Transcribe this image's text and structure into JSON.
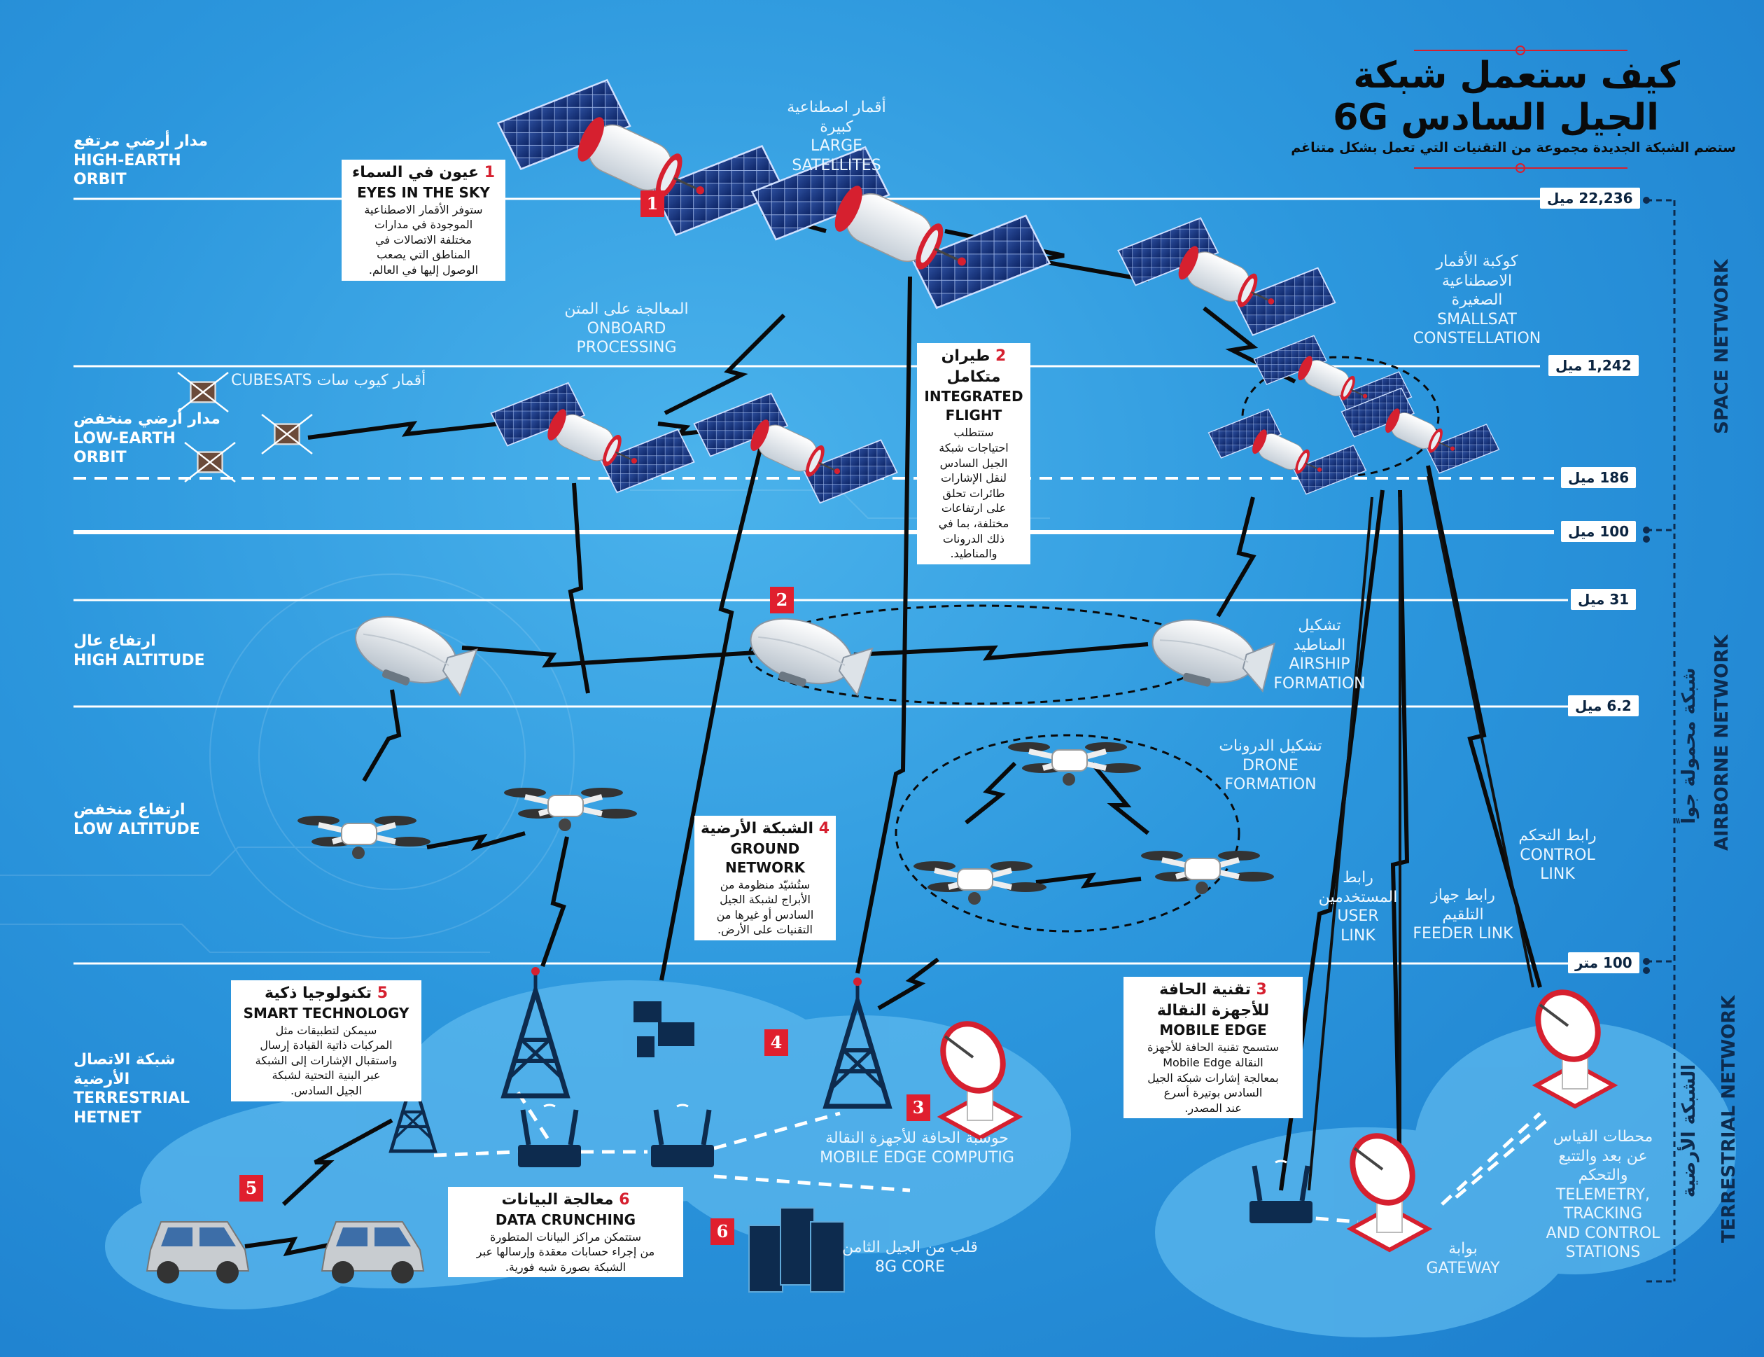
{
  "title": {
    "line1": "كيف ستعمل شبكة",
    "line2": "الجيل السادس 6G",
    "subtitle": "ستضم الشبكة الجديدة مجموعة من التقنيات التي تعمل بشكل متناغم"
  },
  "orbits": {
    "heo": {
      "ar": "مدار أرضي مرتفع",
      "en1": "HIGH-EARTH",
      "en2": "ORBIT"
    },
    "leo": {
      "ar": "مدار أرضي منخفض",
      "en1": "LOW-EARTH",
      "en2": "ORBIT"
    },
    "high_alt": {
      "ar": "ارتفاع عال",
      "en": "HIGH ALTITUDE"
    },
    "low_alt": {
      "ar": "ارتفاع منخفض",
      "en": "LOW ALTITUDE"
    },
    "terrestrial": {
      "ar1": "شبكة الاتصال",
      "ar2": "الأرضية",
      "en1": "TERRESTRIAL",
      "en2": "HETNET"
    }
  },
  "altitudes": [
    "22,236 ميل",
    "1,242 ميل",
    "186 ميل",
    "100 ميل",
    "31 ميل",
    "6.2 ميل",
    "100 متر"
  ],
  "side_labels": {
    "space": "SPACE NETWORK",
    "airborne_ar": "شبكة محمولة جواً",
    "airborne_en": "AIRBORNE NETWORK",
    "terrestrial_ar": "الشبكة الأرضية",
    "terrestrial_en": "TERRESTRIAL NETWORK"
  },
  "labels": {
    "large_sat": {
      "ar1": "أقمار اصطناعية",
      "ar2": "كبيرة",
      "en1": "LARGE",
      "en2": "SATELLITES"
    },
    "onboard": {
      "ar": "المعالجة على المتن",
      "en1": "ONBOARD",
      "en2": "PROCESSING"
    },
    "cubesats": {
      "en": "CUBESATS",
      "ar": "أقمار كيوب سات"
    },
    "smallsat": {
      "ar1": "كوكبة الأقمار",
      "ar2": "الاصطناعية",
      "ar3": "الصغيرة",
      "en1": "SMALLSAT",
      "en2": "CONSTELLATION"
    },
    "airship": {
      "ar1": "تشكيل",
      "ar2": "المناطيد",
      "en1": "AIRSHIP",
      "en2": "FORMATION"
    },
    "drone": {
      "ar": "تشكيل الدرونات",
      "en1": "DRONE",
      "en2": "FORMATION"
    },
    "control_link": {
      "ar": "رابط التحكم",
      "en1": "CONTROL",
      "en2": "LINK"
    },
    "user_link": {
      "ar1": "رابط",
      "ar2": "المستخدمين",
      "en1": "USER",
      "en2": "LINK"
    },
    "feeder_link": {
      "ar1": "رابط جهاز",
      "ar2": "التلقيم",
      "en": "FEEDER LINK"
    },
    "mec": {
      "ar": "حوسبة الحافة للأجهزة النقالة",
      "en": "MOBILE EDGE COMPUTIG"
    },
    "core8g": {
      "ar": "قلب من الجيل الثامن",
      "en": "8G CORE"
    },
    "gateway": {
      "ar": "بوابة",
      "en": "GATEWAY"
    },
    "ttc": {
      "ar1": "محطات القياس",
      "ar2": "عن بعد والتتبع",
      "ar3": "والتحكم",
      "en1": "TELEMETRY,",
      "en2": "TRACKING",
      "en3": "AND CONTROL",
      "en4": "STATIONS"
    }
  },
  "callouts": {
    "c1": {
      "num": "1",
      "ar": "عيون في السماء",
      "en": "EYES IN THE SKY",
      "body": [
        "ستوفر الأقمار الاصطناعية",
        "الموجودة في مدارات",
        "مختلفة الاتصالات في",
        "المناطق التي يصعب",
        "الوصول إليها في العالم."
      ]
    },
    "c2": {
      "num": "2",
      "ar1": "طيران",
      "ar2": "متكامل",
      "en1": "INTEGRATED",
      "en2": "FLIGHT",
      "body": [
        "ستتطلب",
        "احتياجات شبكة",
        "الجيل السادس",
        "لنقل الإشارات",
        "طائرات تحلق",
        "على ارتفاعات",
        "مختلفة، بما في",
        "ذلك الدرونات",
        "والمناطيد."
      ]
    },
    "c3": {
      "num": "3",
      "ar1": "تقنية الحافة",
      "ar2": "للأجهزة النقالة",
      "en": "MOBILE EDGE",
      "body": [
        "ستسمح تقنية الحافة للأجهزة",
        "النقالة Mobile Edge",
        "بمعالجة إشارات شبكة الجيل",
        "السادس بوتيرة أسرع",
        "عند المصدر."
      ]
    },
    "c4": {
      "num": "4",
      "ar": "الشبكة الأرضية",
      "en1": "GROUND",
      "en2": "NETWORK",
      "body": [
        "ستُشيّد منظومة من",
        "الأبراج لشبكة الجيل",
        "السادس أو غيرها من",
        "التقنيات على الأرض."
      ]
    },
    "c5": {
      "num": "5",
      "ar": "تكنولوجيا ذكية",
      "en": "SMART TECHNOLOGY",
      "body": [
        "سيمكن لتطبيقات مثل",
        "المركبات ذاتية القيادة إرسال",
        "واستقبال الإشارات إلى الشبكة",
        "عبر البنية التحتية لشبكة",
        "الجيل السادس."
      ]
    },
    "c6": {
      "num": "6",
      "ar": "معالجة البيانات",
      "en": "DATA CRUNCHING",
      "body": [
        "ستتمكن مراكز البيانات المتطورة",
        "من إجراء حسابات معقدة وإرسالها عبر",
        "الشبكة بصورة شبه فورية."
      ]
    }
  },
  "badges": [
    "1",
    "2",
    "3",
    "4",
    "5",
    "6"
  ],
  "colors": {
    "accent_red": "#e01f2e",
    "line_white": "#ffffff",
    "text_dark": "#0d2b4e"
  }
}
